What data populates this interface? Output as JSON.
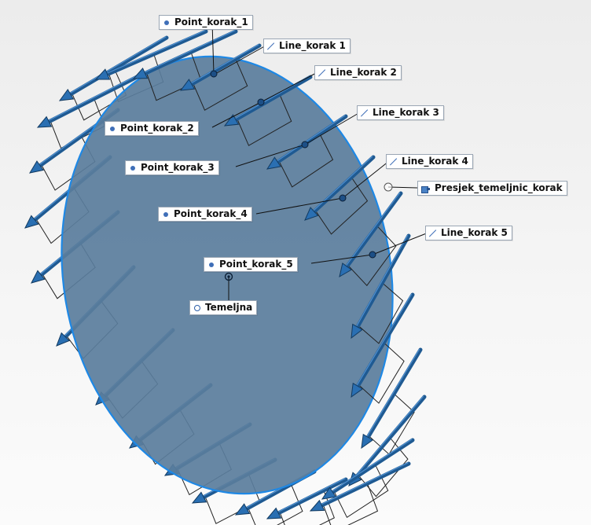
{
  "canvas": {
    "background": "#f2f2f2"
  },
  "colors": {
    "surface_fill": "#5a7d9c",
    "surface_edge": "#1e88e5",
    "arrow": "#1f5a92",
    "wire": "#222222",
    "leader": "#111111"
  },
  "labels": {
    "point_korak_1": {
      "text": "Point_korak_1",
      "icon": "point-icon"
    },
    "line_korak_1": {
      "text": "Line_korak 1",
      "icon": "line-icon"
    },
    "line_korak_2": {
      "text": "Line_korak 2",
      "icon": "line-icon"
    },
    "point_korak_2": {
      "text": "Point_korak_2",
      "icon": "point-icon"
    },
    "line_korak_3": {
      "text": "Line_korak 3",
      "icon": "line-icon"
    },
    "point_korak_3": {
      "text": "Point_korak_3",
      "icon": "point-icon"
    },
    "line_korak_4": {
      "text": "Line_korak 4",
      "icon": "line-icon"
    },
    "presjek": {
      "text": "Presjek_temeljnic_korak",
      "icon": "section-icon"
    },
    "point_korak_4": {
      "text": "Point_korak_4",
      "icon": "point-icon"
    },
    "line_korak_5": {
      "text": "Line_korak 5",
      "icon": "line-icon"
    },
    "point_korak_5": {
      "text": "Point_korak_5",
      "icon": "point-icon"
    },
    "temeljna": {
      "text": "Temeljna",
      "icon": "reference-icon"
    }
  }
}
